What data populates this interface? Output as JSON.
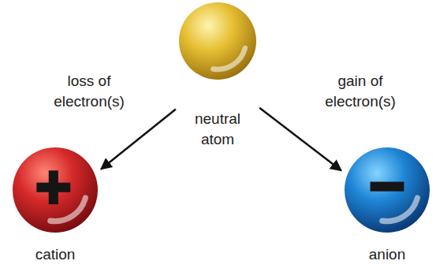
{
  "diagram": {
    "nodes": [
      {
        "text": [
          "neutral atom"
        ]
      },
      {
        "text": [
          "cation"
        ]
      },
      {
        "text": [
          "anion"
        ]
      }
    ],
    "edges": [
      {
        "from": 0,
        "to": 1,
        "arrow": "to",
        "label": "loss of electron(s)"
      },
      {
        "from": 0,
        "to": 2,
        "arrow": "to",
        "label": "gain of electron(s)"
      }
    ]
  }
}
